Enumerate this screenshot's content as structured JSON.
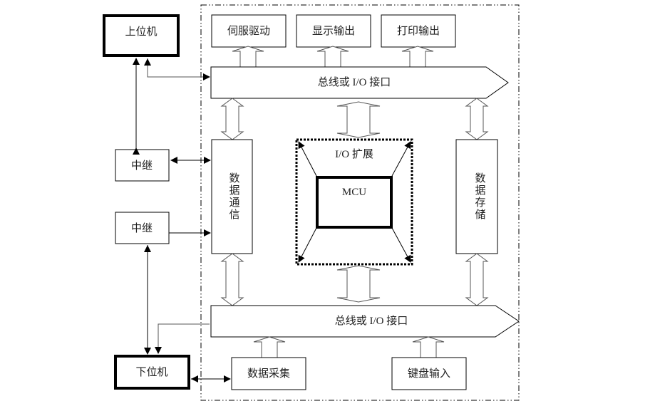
{
  "diagram": {
    "host": "上位机",
    "relay_top": "中继",
    "relay_bottom": "中继",
    "slave": "下位机",
    "outputs": [
      "伺服驱动",
      "显示输出",
      "打印输出"
    ],
    "bus_top": "总线或 I/O 接口",
    "bus_bottom": "总线或 I/O 接口",
    "comm": [
      "数",
      "据",
      "通",
      "信"
    ],
    "storage": [
      "数",
      "据",
      "存",
      "储"
    ],
    "io_expand": "I/O 扩展",
    "mcu": "MCU",
    "acquisition": "数据采集",
    "keyboard": "键盘输入"
  }
}
